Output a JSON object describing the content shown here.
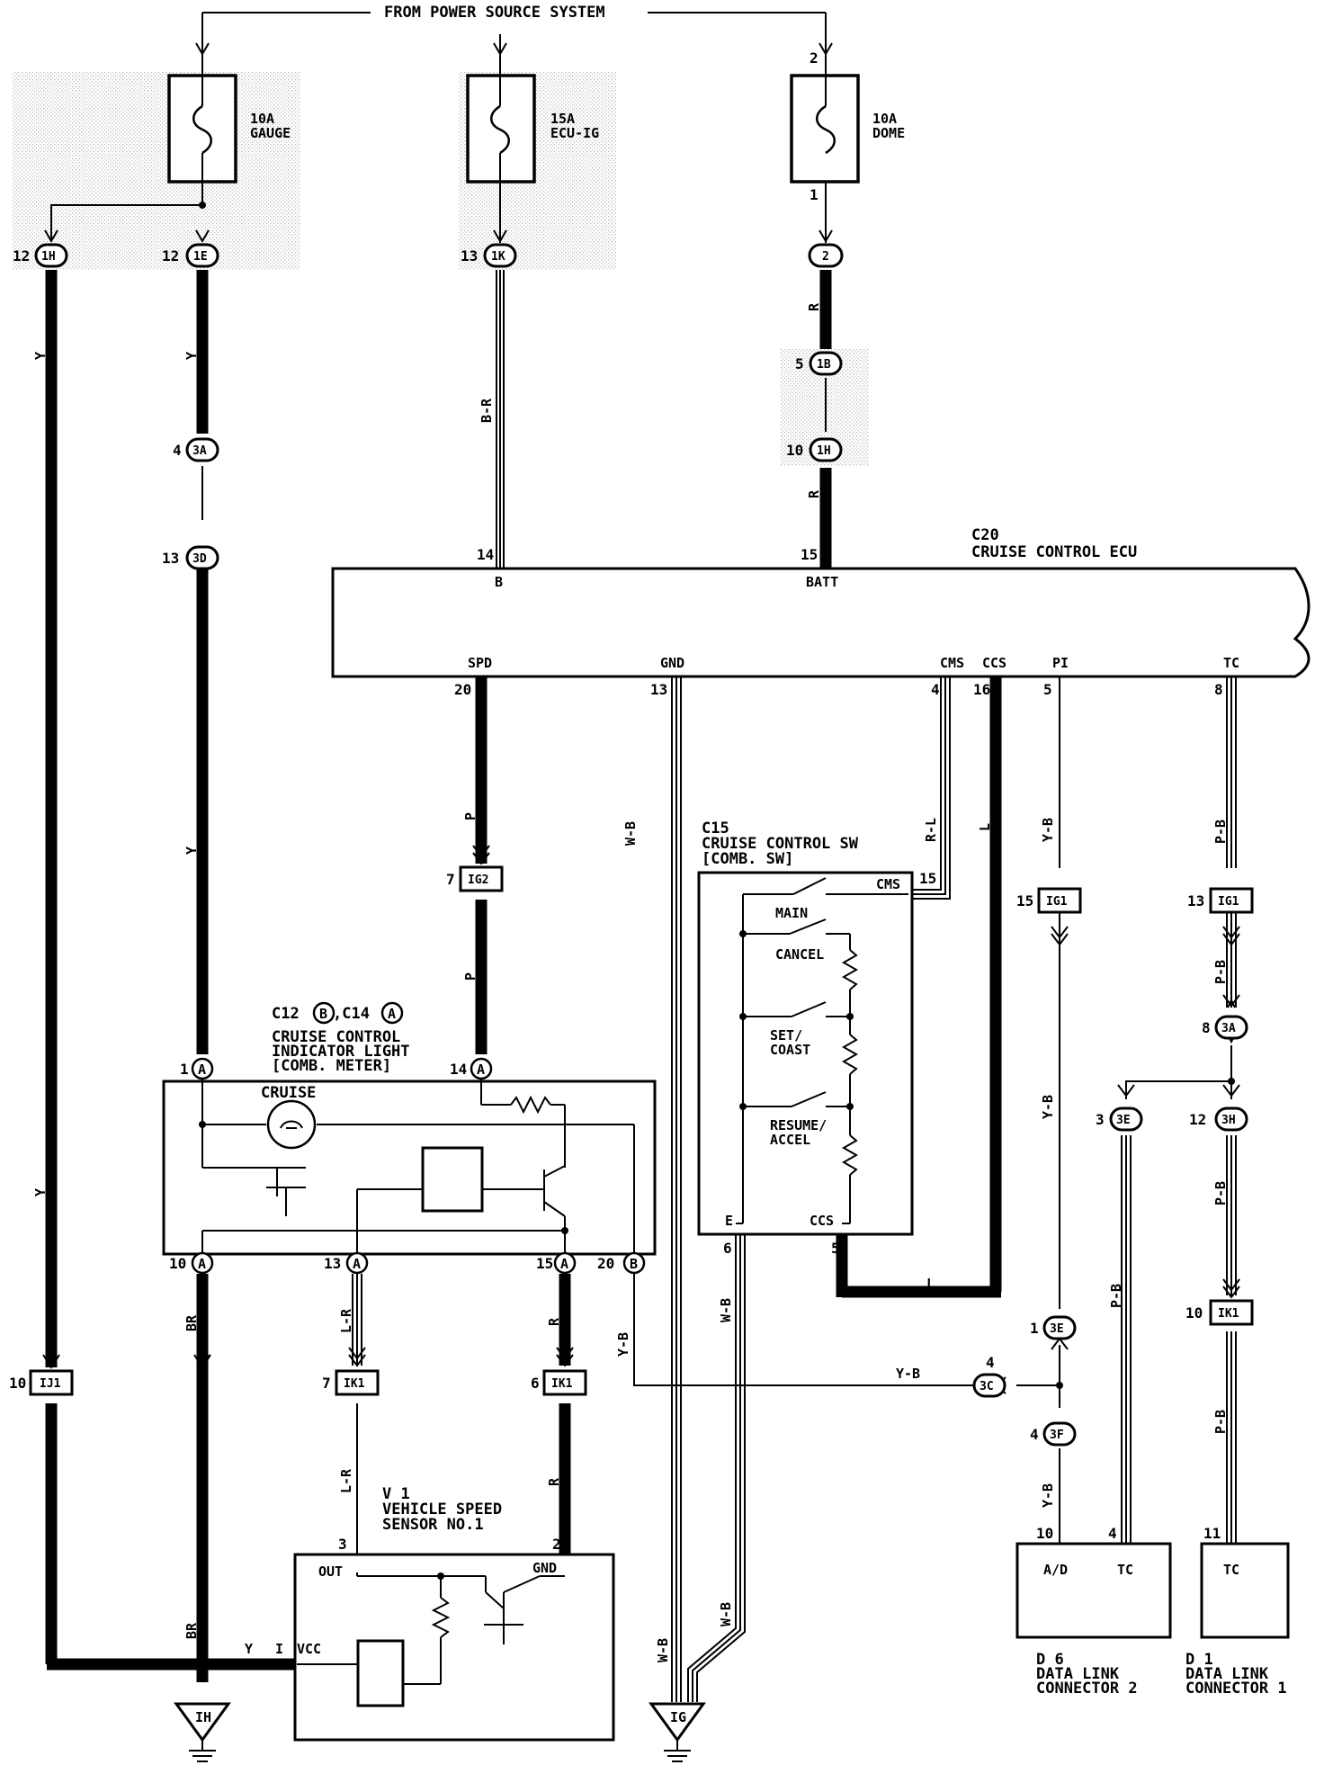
{
  "power_source": "FROM POWER SOURCE SYSTEM",
  "fuses": {
    "gauge": {
      "rating": "10A",
      "name": "GAUGE"
    },
    "ecu_ig": {
      "rating": "15A",
      "name": "ECU-IG"
    },
    "dome": {
      "rating": "10A",
      "name": "DOME",
      "pin_top": "2",
      "pin_bottom": "1"
    }
  },
  "junctions": {
    "j1h_top": {
      "pin": "12",
      "code": "1H"
    },
    "j1e": {
      "pin": "12",
      "code": "1E"
    },
    "j1k": {
      "pin": "13",
      "code": "1K"
    },
    "j2": {
      "code": "2"
    },
    "j1b": {
      "pin": "5",
      "code": "1B"
    },
    "j1h_mid": {
      "pin": "10",
      "code": "1H"
    },
    "j3a_left": {
      "pin": "4",
      "code": "3A"
    },
    "j3d": {
      "pin": "13",
      "code": "3D"
    },
    "j3a_right": {
      "pin": "8",
      "code": "3A"
    },
    "j3e_left": {
      "pin": "3",
      "code": "3E"
    },
    "j3h": {
      "pin": "12",
      "code": "3H"
    },
    "j3e_mid": {
      "pin": "1",
      "code": "3E"
    },
    "j3c": {
      "pin": "4",
      "code": "3C"
    },
    "j3f": {
      "pin": "4",
      "code": "3F"
    }
  },
  "connectors": {
    "ig2": {
      "pin": "7",
      "code": "IG2"
    },
    "ig1_left": {
      "pin": "15",
      "code": "IG1"
    },
    "ig1_right": {
      "pin": "13",
      "code": "IG1"
    },
    "ik1_a": {
      "pin": "7",
      "code": "IK1"
    },
    "ik1_b": {
      "pin": "6",
      "code": "IK1"
    },
    "ik1_c": {
      "pin": "10",
      "code": "IK1"
    },
    "ij1": {
      "pin": "10",
      "code": "IJ1"
    }
  },
  "ecu": {
    "id": "C20",
    "name": "CRUISE CONTROL ECU",
    "top_terminals": [
      {
        "name": "B",
        "pin": "14"
      },
      {
        "name": "BATT",
        "pin": "15"
      }
    ],
    "bottom_terminals": [
      {
        "name": "SPD",
        "pin": "20"
      },
      {
        "name": "GND",
        "pin": "13"
      },
      {
        "name": "CMS",
        "pin": "4"
      },
      {
        "name": "CCS",
        "pin": "16"
      },
      {
        "name": "PI",
        "pin": "5"
      },
      {
        "name": "TC",
        "pin": "8"
      }
    ]
  },
  "cruise_switch": {
    "id": "C15",
    "name": "CRUISE CONTROL SW",
    "sub": "[COMB. SW]",
    "switches": [
      "MAIN",
      "CANCEL",
      "SET/",
      "COAST",
      "RESUME/",
      "ACCEL"
    ],
    "terminals": {
      "cms": "CMS",
      "cms_pin": "15",
      "ccs": "CCS",
      "ccs_pin": "5",
      "e": "E",
      "e_pin": "6"
    }
  },
  "indicator": {
    "id_prefix": "C12",
    "id_b": "B",
    "id_sep": ",C14",
    "id_a": "A",
    "line1": "CRUISE CONTROL",
    "line2": "INDICATOR LIGHT",
    "line3": "[COMB. METER]",
    "lamp": "CRUISE",
    "pins": {
      "p1": "1",
      "p14": "14",
      "p10": "10",
      "p13": "13",
      "p15": "15",
      "p20": "20",
      "a": "A",
      "b": "B"
    }
  },
  "speed_sensor": {
    "id": "V 1",
    "line1": "VEHICLE SPEED",
    "line2": "SENSOR NO.1",
    "out": "OUT",
    "gnd": "GND",
    "vcc": "VCC",
    "pin_out": "3",
    "pin_gnd": "2"
  },
  "data_link": {
    "d6": {
      "id": "D 6",
      "line1": "DATA LINK",
      "line2": "CONNECTOR 2",
      "t1": "A/D",
      "t2": "TC",
      "p1": "10",
      "p2": "4"
    },
    "d1": {
      "id": "D 1",
      "line1": "DATA LINK",
      "line2": "CONNECTOR 1",
      "t1": "TC",
      "p1": "11"
    }
  },
  "grounds": {
    "ih": "IH",
    "ig": "IG"
  },
  "wire_colors": {
    "y": "Y",
    "br": "BR",
    "b_r": "B-R",
    "r": "R",
    "p": "P",
    "w_b": "W-B",
    "r_l": "R-L",
    "l": "L",
    "y_b": "Y-B",
    "p_b": "P-B",
    "l_r": "L-R"
  },
  "vcc_labels": {
    "y": "Y",
    "i": "I"
  }
}
